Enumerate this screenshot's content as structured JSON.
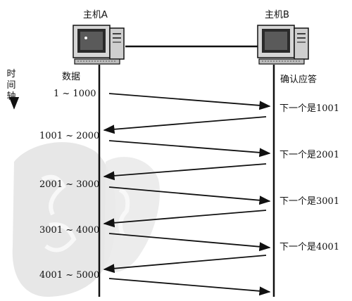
{
  "host_a": {
    "label": "主机A"
  },
  "host_b": {
    "label": "主机B"
  },
  "time_axis": {
    "chars": [
      "时",
      "间",
      "轴"
    ]
  },
  "sender_header": "数据",
  "receiver_header": "确认应答",
  "segments": [
    {
      "data": "1 ~ 1000",
      "ack": "下一个是1001"
    },
    {
      "data": "1001 ~ 2000",
      "ack": "下一个是2001"
    },
    {
      "data": "2001 ~ 3000",
      "ack": "下一个是3001"
    },
    {
      "data": "3001 ~ 4000",
      "ack": "下一个是4001"
    },
    {
      "data": "4001 ~ 5000",
      "ack": ""
    }
  ],
  "colors": {
    "line": "#111111",
    "watermark": "#e4e4e4",
    "screen": "#2a2a2a"
  },
  "icons": {
    "host_a": "desktop-computer-icon",
    "host_b": "desktop-computer-icon",
    "watermark": "seal-watermark"
  }
}
